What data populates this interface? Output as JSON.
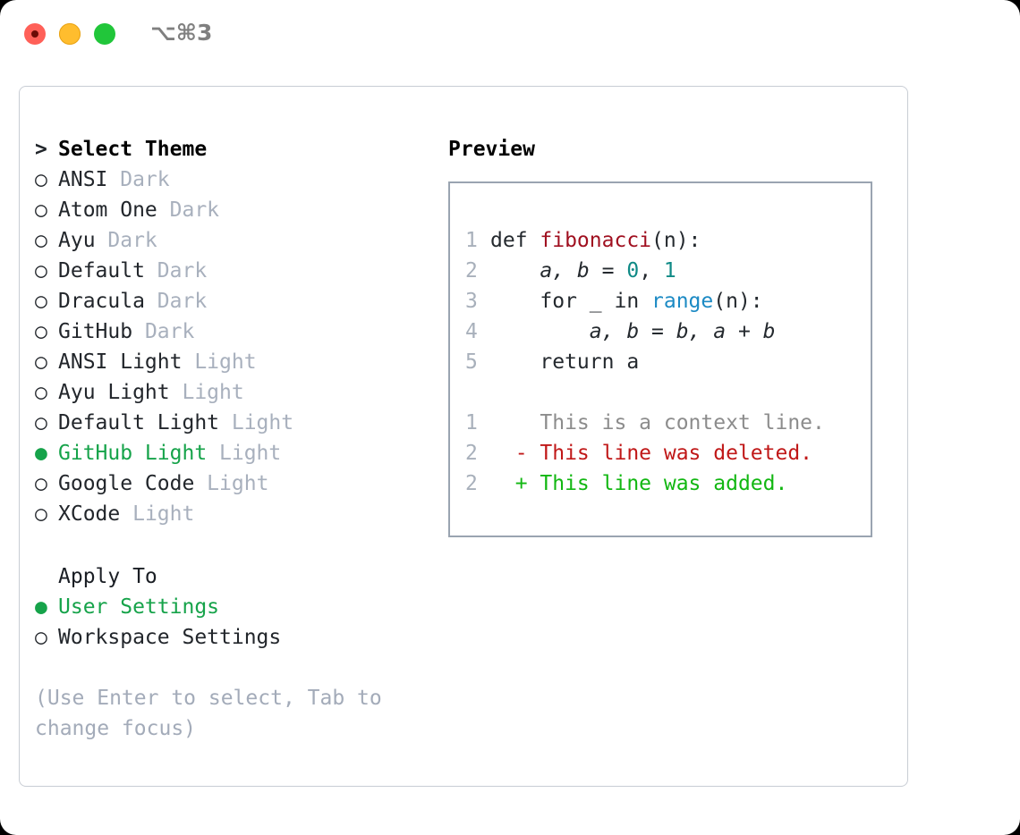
{
  "titlebar": {
    "shortcut": "⌥⌘3",
    "buttons": [
      {
        "name": "close",
        "color": "#ff6058"
      },
      {
        "name": "minimize",
        "color": "#ffbd2e"
      },
      {
        "name": "maximize",
        "color": "#21c63a"
      }
    ]
  },
  "left": {
    "header_prefix": ">",
    "header": "Select Theme",
    "themes": [
      {
        "bullet": "○",
        "name": "ANSI",
        "variant": "Dark",
        "selected": false
      },
      {
        "bullet": "○",
        "name": "Atom One",
        "variant": "Dark",
        "selected": false
      },
      {
        "bullet": "○",
        "name": "Ayu",
        "variant": "Dark",
        "selected": false
      },
      {
        "bullet": "○",
        "name": "Default",
        "variant": "Dark",
        "selected": false
      },
      {
        "bullet": "○",
        "name": "Dracula",
        "variant": "Dark",
        "selected": false
      },
      {
        "bullet": "○",
        "name": "GitHub",
        "variant": "Dark",
        "selected": false
      },
      {
        "bullet": "○",
        "name": "ANSI Light",
        "variant": "Light",
        "selected": false
      },
      {
        "bullet": "○",
        "name": "Ayu Light",
        "variant": "Light",
        "selected": false
      },
      {
        "bullet": "○",
        "name": "Default Light",
        "variant": "Light",
        "selected": false
      },
      {
        "bullet": "●",
        "name": "GitHub Light",
        "variant": "Light",
        "selected": true
      },
      {
        "bullet": "○",
        "name": "Google Code",
        "variant": "Light",
        "selected": false
      },
      {
        "bullet": "○",
        "name": "XCode",
        "variant": "Light",
        "selected": false
      }
    ],
    "apply_to_label": "Apply To",
    "apply_to": [
      {
        "bullet": "●",
        "name": "User Settings",
        "selected": true
      },
      {
        "bullet": "○",
        "name": "Workspace Settings",
        "selected": false
      }
    ],
    "hint": "(Use Enter to select, Tab to change focus)"
  },
  "right": {
    "preview_title": "Preview",
    "code_lines": [
      {
        "num": "1",
        "indent": "",
        "parts": [
          {
            "t": "def ",
            "c": "code-text"
          },
          {
            "t": "fibonacci",
            "c": "tok-fn"
          },
          {
            "t": "(n):",
            "c": "code-text"
          }
        ]
      },
      {
        "num": "2",
        "indent": "    ",
        "parts": [
          {
            "t": "a, b = ",
            "c": "code-text ital"
          },
          {
            "t": "0",
            "c": "tok-num"
          },
          {
            "t": ", ",
            "c": "code-text"
          },
          {
            "t": "1",
            "c": "tok-num"
          }
        ]
      },
      {
        "num": "3",
        "indent": "    ",
        "parts": [
          {
            "t": "for _ in ",
            "c": "code-text"
          },
          {
            "t": "range",
            "c": "tok-call"
          },
          {
            "t": "(n):",
            "c": "code-text"
          }
        ]
      },
      {
        "num": "4",
        "indent": "        ",
        "parts": [
          {
            "t": "a, b = b, a + b",
            "c": "code-text ital"
          }
        ]
      },
      {
        "num": "5",
        "indent": "    ",
        "parts": [
          {
            "t": "return a",
            "c": "code-text"
          }
        ]
      }
    ],
    "diff_lines": [
      {
        "num": "1",
        "marker": "  ",
        "text": "This is a context line.",
        "kind": "diff-ctx"
      },
      {
        "num": "2",
        "marker": "- ",
        "text": "This line was deleted.",
        "kind": "diff-del"
      },
      {
        "num": "2",
        "marker": "+ ",
        "text": "This line was added.",
        "kind": "diff-add"
      }
    ]
  },
  "colors": {
    "accent_green": "#16a34a",
    "added": "#12b712",
    "deleted": "#c01818",
    "muted": "#a8b0bd",
    "function": "#a01020",
    "number": "#0f8a86",
    "builtin": "#1c8ac4"
  }
}
